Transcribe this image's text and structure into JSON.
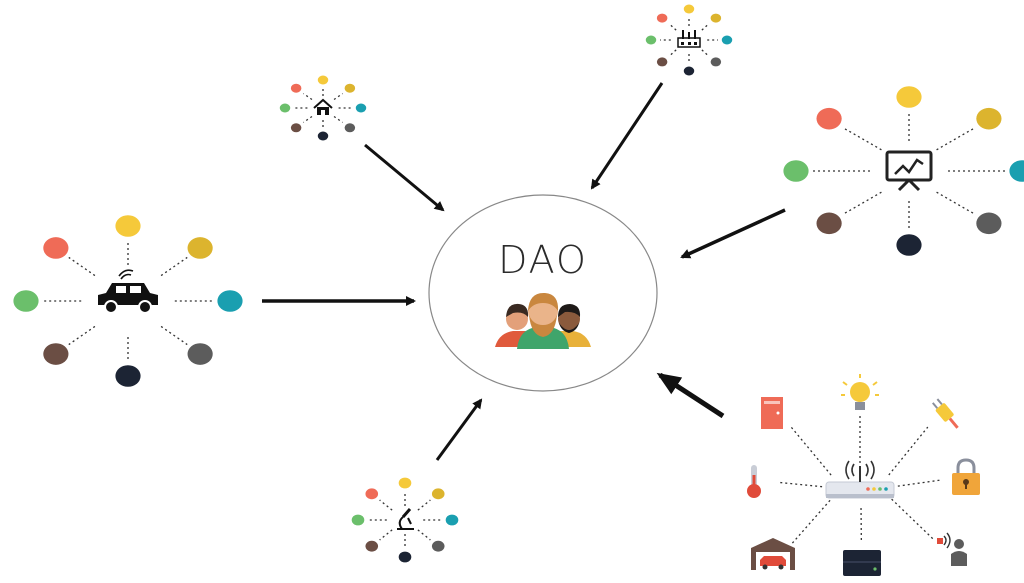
{
  "center": {
    "title": "DAO",
    "icon": "people-group-icon"
  },
  "colors": {
    "coral": "#ef6b57",
    "yellow": "#f5c93a",
    "mustard": "#dcb42e",
    "teal": "#1a9fb0",
    "gray": "#5c5c5c",
    "navy": "#1c2434",
    "brown": "#6b4e44",
    "green": "#6bbf6b",
    "arrow": "#111111"
  },
  "clusters": [
    {
      "id": "home",
      "icon": "house-icon",
      "type": "dots"
    },
    {
      "id": "factory",
      "icon": "factory-icon",
      "type": "dots"
    },
    {
      "id": "presentation",
      "icon": "presentation-chart-icon",
      "type": "dots"
    },
    {
      "id": "car",
      "icon": "connected-car-icon",
      "type": "dots"
    },
    {
      "id": "lab",
      "icon": "microscope-icon",
      "type": "dots"
    },
    {
      "id": "smart-home",
      "icon": "wifi-router-icon",
      "type": "devices",
      "devices": [
        "door-icon",
        "lightbulb-icon",
        "plug-icon",
        "thermometer-icon",
        "padlock-icon",
        "garage-car-icon",
        "server-icon",
        "motion-sensor-icon"
      ]
    }
  ]
}
